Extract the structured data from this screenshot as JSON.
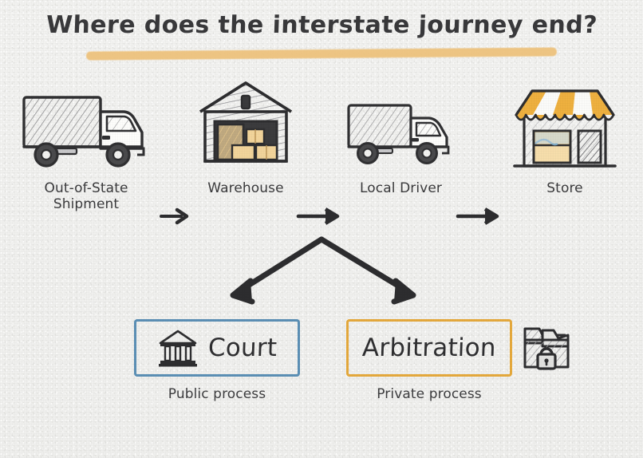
{
  "title": {
    "text": "Where does the interstate journey end?",
    "highlight_color": "#edc17a"
  },
  "flow": {
    "steps": [
      {
        "id": "out-of-state-shipment",
        "icon": "box-truck-icon",
        "label": "Out-of-State\nShipment",
        "label_line1": "Out-of-State",
        "label_line2": "Shipment"
      },
      {
        "id": "warehouse",
        "icon": "warehouse-icon",
        "label": "Warehouse",
        "label_line1": "Warehouse",
        "label_line2": ""
      },
      {
        "id": "local-driver",
        "icon": "delivery-truck-icon",
        "label": "Local Driver",
        "label_line1": "Local Driver",
        "label_line2": ""
      },
      {
        "id": "store",
        "icon": "storefront-icon",
        "label": "Store",
        "label_line1": "Store",
        "label_line2": ""
      }
    ],
    "connector": "arrow-right-icon"
  },
  "branch": {
    "from": "local-driver",
    "type": "split-arrow",
    "targets": [
      "court",
      "arbitration"
    ]
  },
  "outcomes": [
    {
      "id": "court",
      "label": "Court",
      "caption": "Public process",
      "border_color": "#5b8fb5",
      "icon": "courthouse-icon",
      "side_icon": ""
    },
    {
      "id": "arbitration",
      "label": "Arbitration",
      "caption": "Private process",
      "border_color": "#e5a93c",
      "icon": "",
      "side_icon": "locked-folder-icon"
    }
  ],
  "palette": {
    "ink": "#2f2f31",
    "paper": "#efefed",
    "accent_orange": "#e5a93c",
    "accent_blue": "#5b8fb5",
    "box_tan": "#f2d49a"
  }
}
